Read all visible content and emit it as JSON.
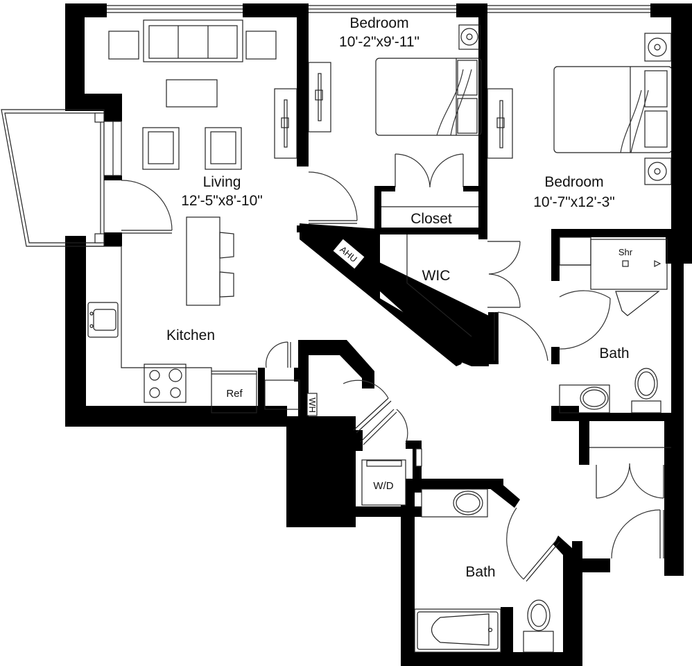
{
  "floorplan": {
    "rooms": {
      "living": {
        "name": "Living",
        "dims": "12'-5\"x8'-10\""
      },
      "bedroom1": {
        "name": "Bedroom",
        "dims": "10'-2\"x9'-11\""
      },
      "bedroom2": {
        "name": "Bedroom",
        "dims": "10'-7\"x12'-3\""
      },
      "kitchen": {
        "name": "Kitchen"
      },
      "closet": {
        "name": "Closet"
      },
      "wic": {
        "name": "WIC"
      },
      "ahu": {
        "name": "AHU"
      },
      "bath1": {
        "name": "Bath"
      },
      "bath2": {
        "name": "Bath"
      },
      "shower": {
        "name": "Shr"
      },
      "ref": {
        "name": "Ref"
      },
      "wh": {
        "name": "WH"
      },
      "wd": {
        "name": "W/D"
      }
    },
    "colors": {
      "wall": "#000000",
      "line": "#222222",
      "background": "#ffffff"
    }
  }
}
